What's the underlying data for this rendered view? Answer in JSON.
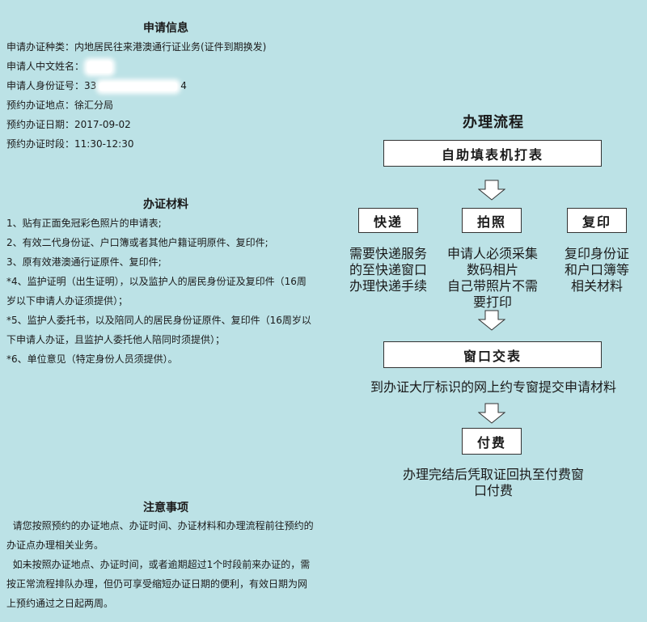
{
  "application_info": {
    "title": "申请信息",
    "type_label": "申请办证种类：内地居民往来港澳通行证业务(证件到期换发)",
    "name_label": "申请人中文姓名：",
    "id_label_prefix": "申请人身份证号：33",
    "id_suffix": "4",
    "location_label": "预约办证地点：徐汇分局",
    "date_label": "预约办证日期：2017-09-02",
    "time_label": "预约办证时段：11:30-12:30"
  },
  "materials": {
    "title": "办证材料",
    "lines": [
      "1、贴有正面免冠彩色照片的申请表;",
      "2、有效二代身份证、户口簿或者其他户籍证明原件、复印件;",
      "3、原有效港澳通行证原件、复印件;",
      "*4、监护证明（出生证明），以及监护人的居民身份证及复印件（16周",
      "岁以下申请人办证须提供）；",
      "*5、监护人委托书，以及陪同人的居民身份证原件、复印件（16周岁以",
      "下申请人办证，且监护人委托他人陪同时须提供）；",
      "*6、单位意见（特定身份人员须提供）。"
    ]
  },
  "notes": {
    "title": "注意事项",
    "lines": [
      "  请您按照预约的办证地点、办证时间、办证材料和办理流程前往预约的",
      "办证点办理相关业务。",
      "  如未按照办证地点、办证时间，或者逾期超过1个时段前来办证的，需",
      "按正常流程排队办理，但仍可享受缩短办证日期的便利，有效日期为网",
      "上预约通过之日起两周。"
    ]
  },
  "flow": {
    "title": "办理流程",
    "step1": "自助填表机打表",
    "options": [
      {
        "label": "快递",
        "desc": [
          "需要快递服务",
          "的至快递窗口",
          "办理快递手续"
        ]
      },
      {
        "label": "拍照",
        "desc": [
          "申请人必须采集",
          "数码相片",
          "自己带照片不需",
          "要打印"
        ]
      },
      {
        "label": "复印",
        "desc": [
          "复印身份证",
          "和户口簿等",
          "相关材料"
        ]
      }
    ],
    "step3": "窗口交表",
    "step3_desc": "到办证大厅标识的网上约专窗提交申请材料",
    "step4": "付费",
    "step4_desc": [
      "办理完结后凭取证回执至付费窗",
      "口付费"
    ]
  },
  "colors": {
    "background": "#bce2e6",
    "box": "#ffffff",
    "border": "#333333"
  }
}
